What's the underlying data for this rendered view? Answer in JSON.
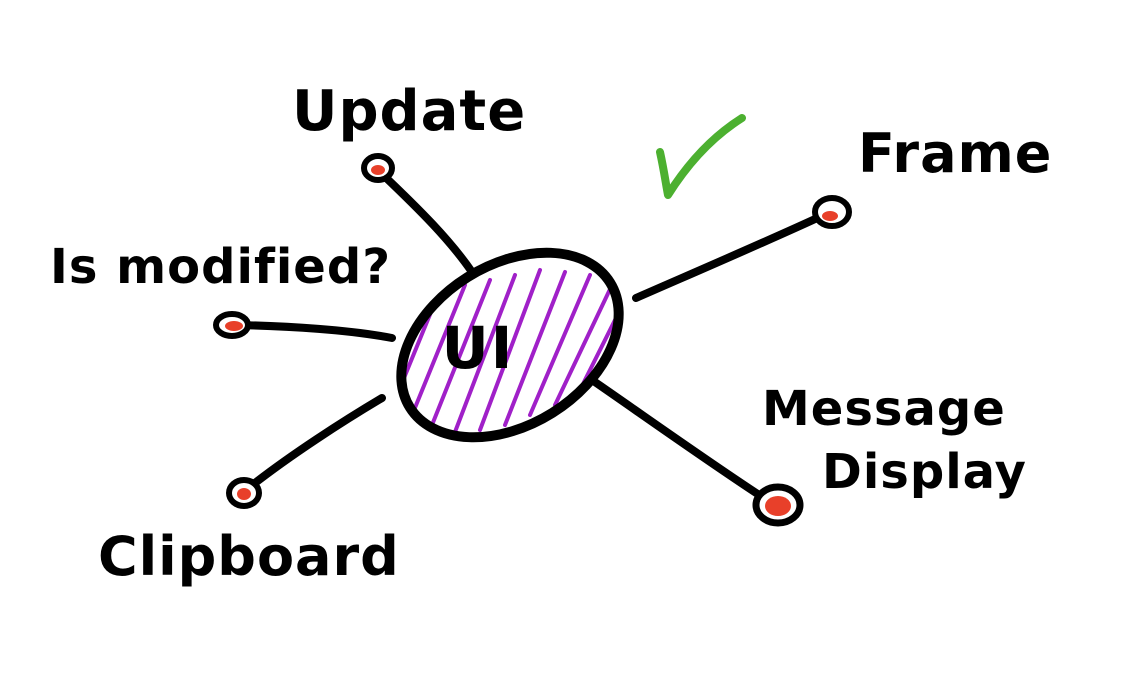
{
  "colors": {
    "ink": "#000000",
    "hatch": "#a020c8",
    "dot": "#e8402a",
    "check": "#4cb030",
    "background": "#ffffff"
  },
  "center": {
    "label": "UI"
  },
  "nodes": [
    {
      "id": "update",
      "label": "Update"
    },
    {
      "id": "frame",
      "label": "Frame"
    },
    {
      "id": "is-modified",
      "label": "Is modified?"
    },
    {
      "id": "clipboard",
      "label": "Clipboard"
    },
    {
      "id": "message-display",
      "label_line1": "Message",
      "label_line2": "Display"
    }
  ],
  "check_icon": "check-mark-icon"
}
